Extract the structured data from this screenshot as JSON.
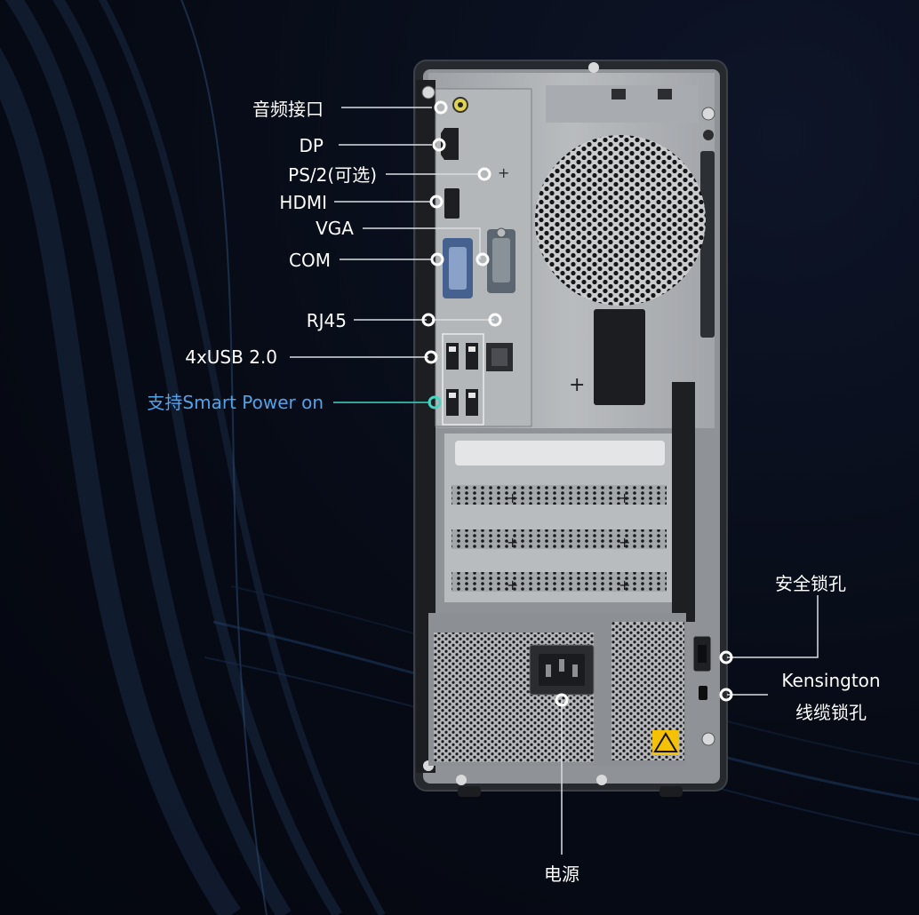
{
  "colors": {
    "background": "#070b16",
    "label_text": "#ffffff",
    "accent_label": "#4fa3e8",
    "accent_dot": "#3fd6c2",
    "chassis_frame": "#2b2e33",
    "chassis_panel": "#a7aaad",
    "warning_yellow": "#f4c200"
  },
  "labels": {
    "audio": "音频接口",
    "dp": "DP",
    "ps2": "PS/2(可选)",
    "hdmi": "HDMI",
    "vga": "VGA",
    "com": "COM",
    "rj45": "RJ45",
    "usb": "4xUSB 2.0",
    "smart_power": "支持Smart Power on",
    "security_slot": "安全锁孔",
    "kensington_line1": "Kensington",
    "kensington_line2": "线缆锁孔",
    "power": "电源"
  },
  "icons": {
    "fan_grille": "hex-perforated-grille",
    "power_socket": "iec-c14-socket-icon",
    "warning": "warning-triangle-icon"
  }
}
